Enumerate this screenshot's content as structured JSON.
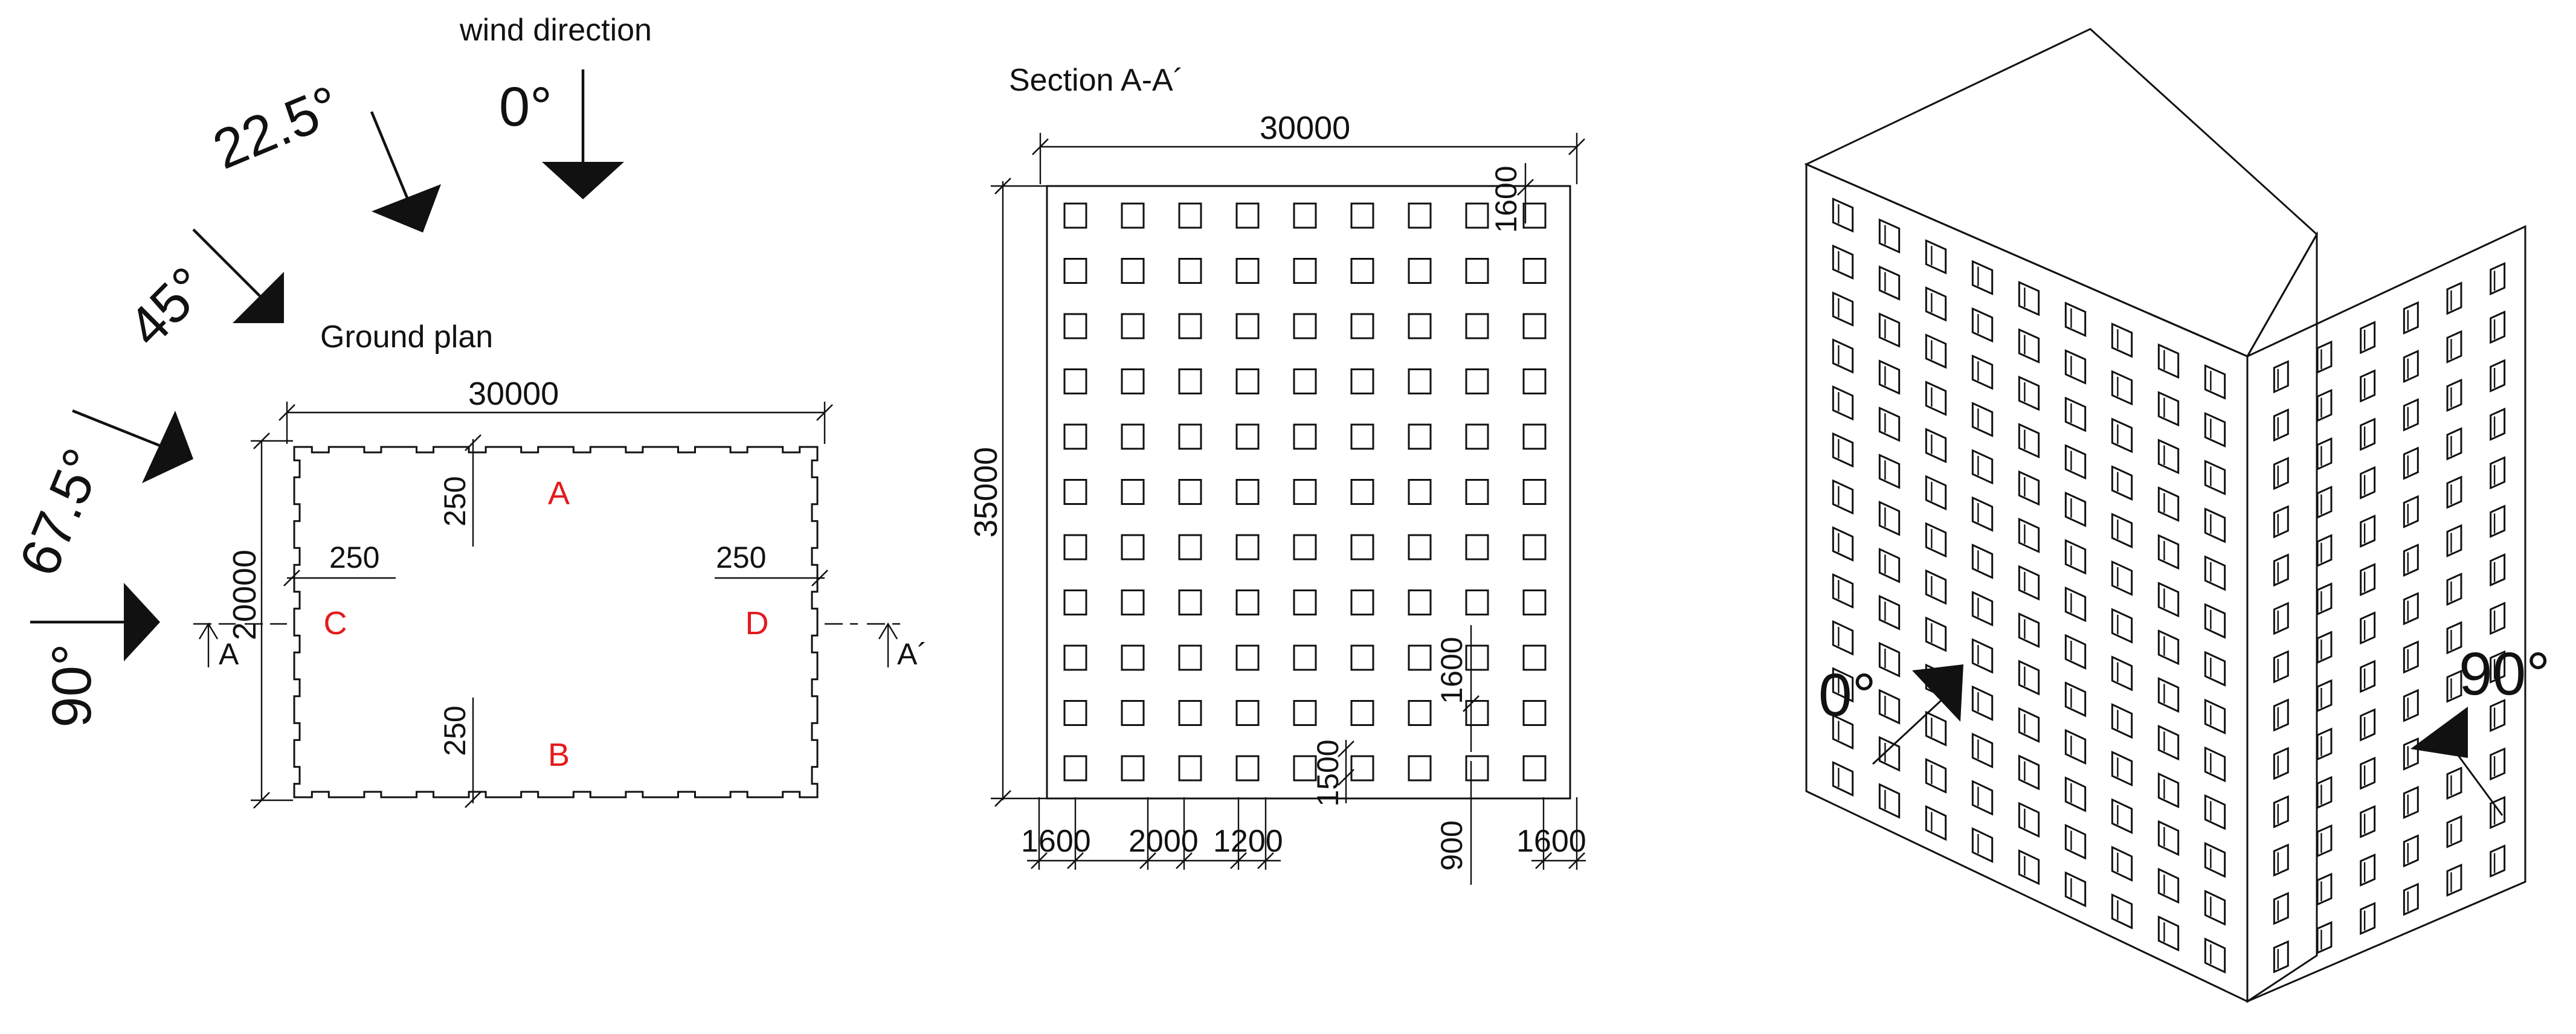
{
  "wind": {
    "title": "wind direction",
    "angles": [
      "0°",
      "22.5°",
      "45°",
      "67.5°",
      "90°"
    ]
  },
  "plan": {
    "title": "Ground plan",
    "width_dim": "30000",
    "height_dim": "20000",
    "dim_250_left": "250",
    "dim_250_right": "250",
    "dim_250_top": "250",
    "dim_250_bottom": "250",
    "face_a": "A",
    "face_b": "B",
    "face_c": "C",
    "face_d": "D",
    "section_left": "A",
    "section_right": "A´",
    "face_label_color": "#e41a1c"
  },
  "section": {
    "title": "Section A-A´",
    "width_dim": "30000",
    "height_dim": "35000",
    "top_dim": "1600",
    "mid_vertical_dim": "1600",
    "window_dim": "1500",
    "bottom_dims": [
      "1600",
      "2000",
      "1200",
      "900",
      "1600"
    ],
    "window_columns": 9,
    "window_rows": 11
  },
  "iso": {
    "angle_left": "0°",
    "angle_right": "90°",
    "left_columns": 9,
    "right_columns": 6,
    "rows": 13
  }
}
